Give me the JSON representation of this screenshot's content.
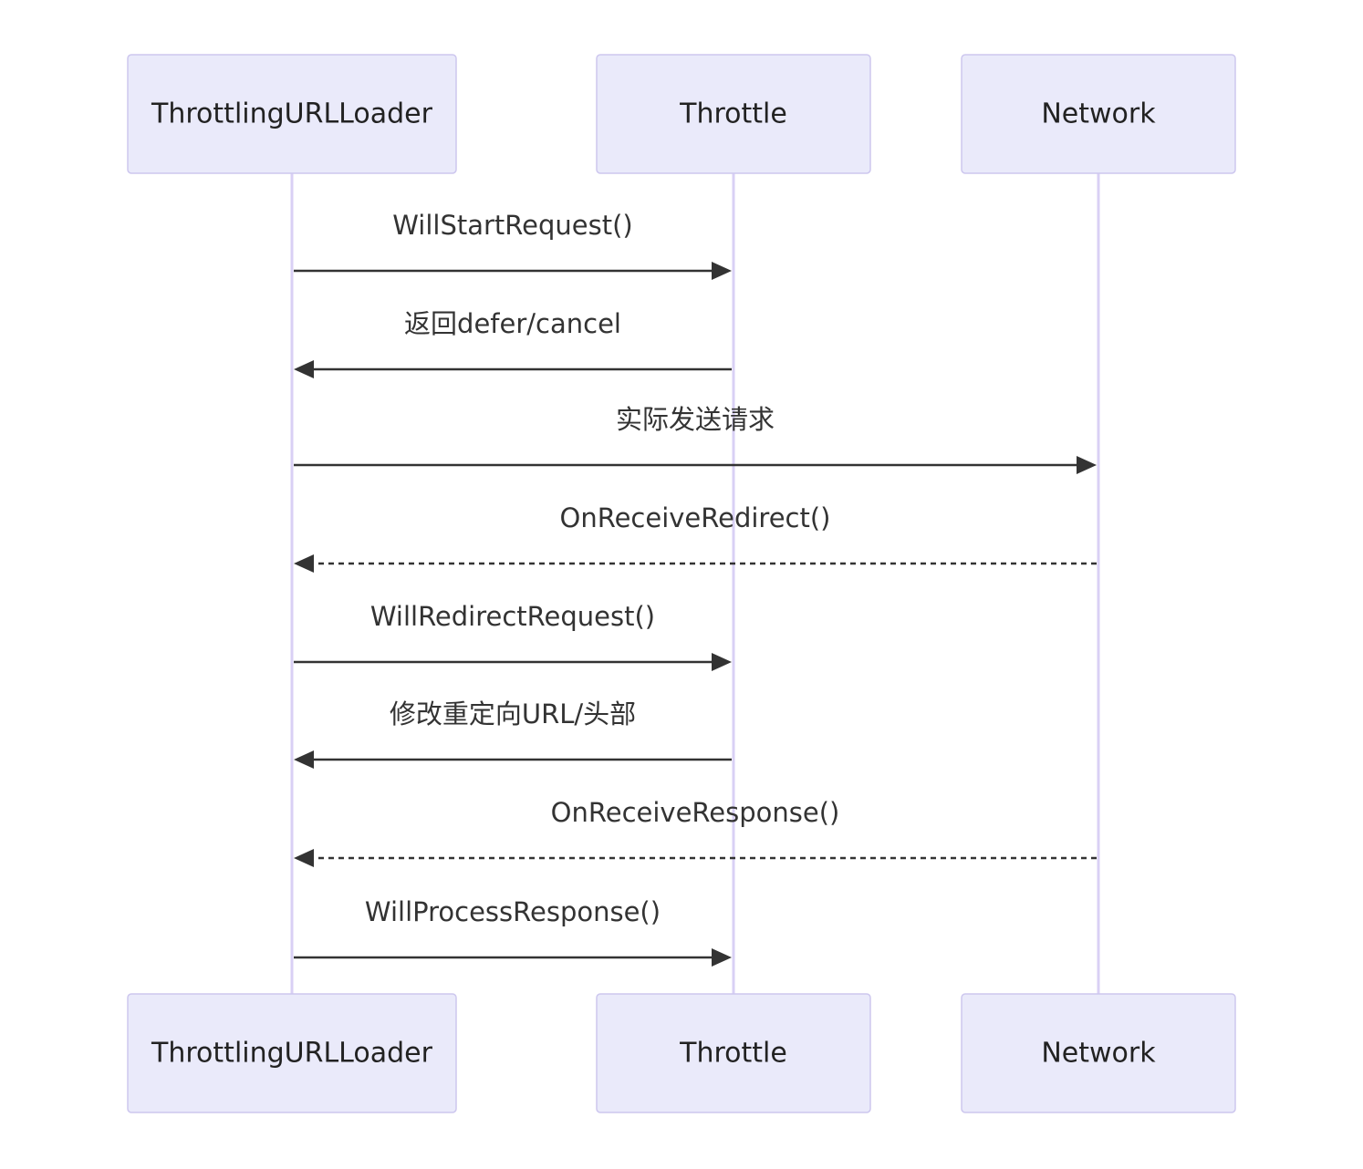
{
  "diagram": {
    "type": "sequence",
    "participants": [
      {
        "id": "loader",
        "label": "ThrottlingURLLoader"
      },
      {
        "id": "throttle",
        "label": "Throttle"
      },
      {
        "id": "network",
        "label": "Network"
      }
    ],
    "messages": [
      {
        "from": "loader",
        "to": "throttle",
        "label": "WillStartRequest()",
        "style": "solid"
      },
      {
        "from": "throttle",
        "to": "loader",
        "label": "返回defer/cancel",
        "style": "solid"
      },
      {
        "from": "loader",
        "to": "network",
        "label": "实际发送请求",
        "style": "solid"
      },
      {
        "from": "network",
        "to": "loader",
        "label": "OnReceiveRedirect()",
        "style": "dashed"
      },
      {
        "from": "loader",
        "to": "throttle",
        "label": "WillRedirectRequest()",
        "style": "solid"
      },
      {
        "from": "throttle",
        "to": "loader",
        "label": "修改重定向URL/头部",
        "style": "solid"
      },
      {
        "from": "network",
        "to": "loader",
        "label": "OnReceiveResponse()",
        "style": "dashed"
      },
      {
        "from": "loader",
        "to": "throttle",
        "label": "WillProcessResponse()",
        "style": "solid"
      }
    ]
  },
  "colors": {
    "actor_fill": "#eaeafa",
    "actor_border": "#cdc7ee",
    "lifeline": "#d9d0f5",
    "message": "#333333"
  }
}
